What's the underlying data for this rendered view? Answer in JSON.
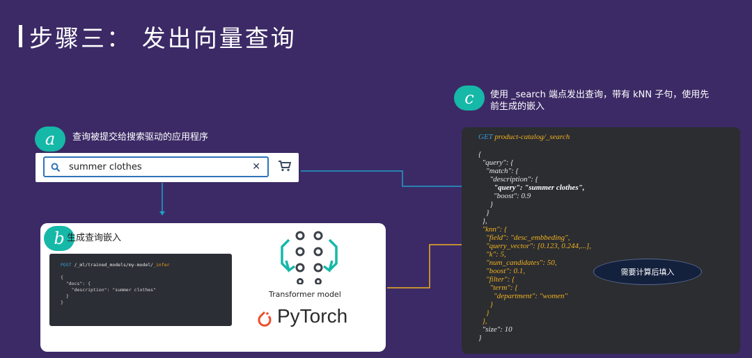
{
  "title": "步骤三： 发出向量查询",
  "steps": {
    "a": {
      "badge": "a",
      "text": "查询被提交给搜索驱动的应用程序"
    },
    "b": {
      "badge": "b",
      "text": "生成查询嵌入"
    },
    "c": {
      "badge": "c",
      "text_line1": "使用 _search 端点发出查询，带有 kNN 子句，使用先",
      "text_line2": "前生成的嵌入"
    }
  },
  "search": {
    "value": "summer clothes",
    "clear_glyph": "✕"
  },
  "embed_request": {
    "method": "POST",
    "path_prefix": " /_ml/trained_models/my-model/",
    "path_action": "_infer",
    "body_lines": [
      "{",
      "  \"docs\": {",
      "    \"description\": \"summer clothes\"",
      "  }",
      "}"
    ]
  },
  "model": {
    "transformer_label": "Transformer model",
    "pytorch_label": "PyTorch"
  },
  "search_request": {
    "method": "GET",
    "path_prefix": " product-catalog/",
    "path_action": "_search",
    "lines": [
      "{",
      "  \"query\": {",
      "    \"match\": {",
      "      \"description\": {",
      "        \"query\": \"summer clothes\",",
      "        \"boost\": 0.9",
      "      }",
      "    }",
      "  },",
      "  \"knn\": {",
      "    \"field\": \"desc_embbeding\",",
      "    \"query_vector\": [0.123, 0.244,...],",
      "    \"k\": 5,",
      "    \"num_candidates\": 50,",
      "    \"boost\": 0.1,",
      "    \"filter\": {",
      "      \"term\": {",
      "        \"department\": \"women\"",
      "      }",
      "    }",
      "  },",
      "  \"size\": 10",
      "}"
    ]
  },
  "note": "需要计算后填入",
  "colors": {
    "background": "#3c2a66",
    "accent": "#16b8a8",
    "connector_blue": "#1ea0c8",
    "connector_orange": "#f0b020"
  }
}
